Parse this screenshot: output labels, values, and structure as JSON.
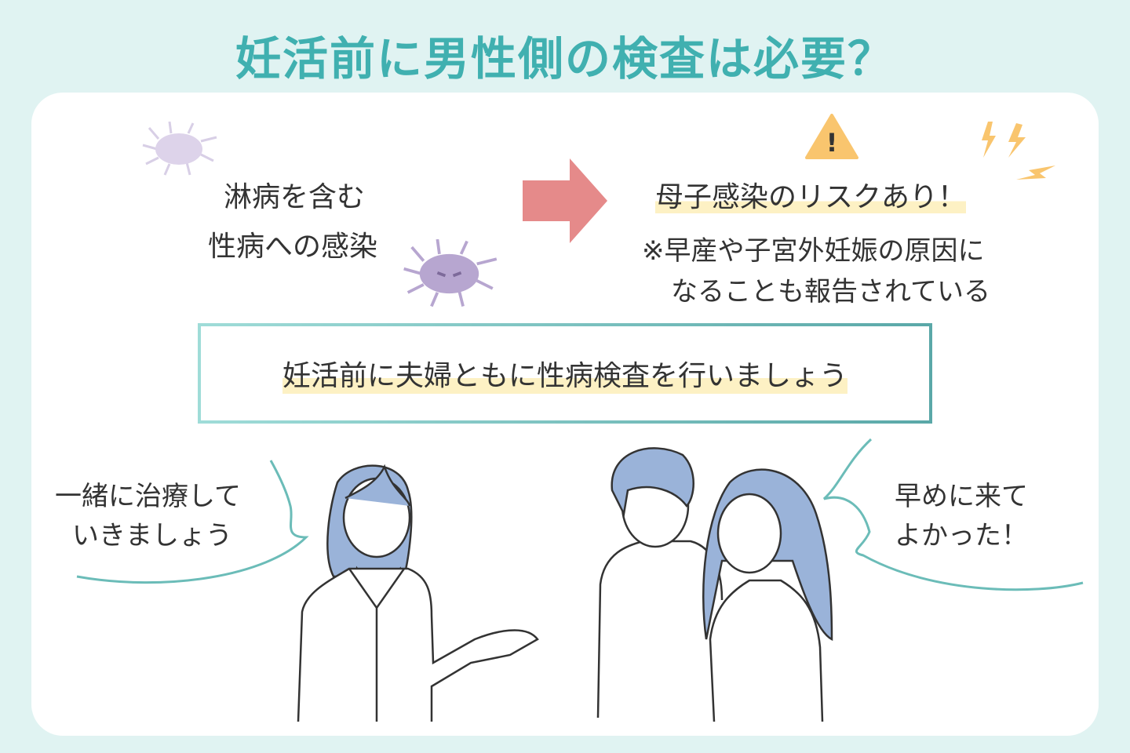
{
  "title": "妊活前に男性側の検査は必要？",
  "cause": {
    "line1": "淋病を含む",
    "line2": "性病への感染"
  },
  "risk": {
    "heading": "母子感染のリスクあり！",
    "note_line1": "※早産や子宮外妊娠の原因に",
    "note_line2": "なることも報告されている"
  },
  "advice": "妊活前に夫婦ともに性病検査を行いましょう",
  "doctor_bubble": {
    "line1": "一緒に治療して",
    "line2": "いきましょう"
  },
  "couple_bubble": {
    "line1": "早めに来て",
    "line2": "よかった！"
  },
  "colors": {
    "background": "#e0f3f2",
    "title": "#40b0b0",
    "arrow": "#e58a8a",
    "warning": "#f9c56e",
    "virus": "#b7a6d0"
  }
}
